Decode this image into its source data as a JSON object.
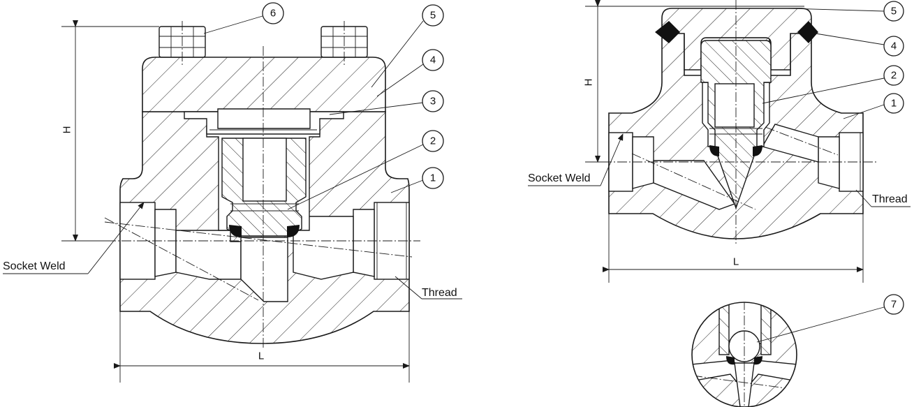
{
  "views": {
    "left": {
      "balloons": [
        "6",
        "5",
        "4",
        "3",
        "2",
        "1"
      ],
      "labels": {
        "socket_weld": "Socket Weld",
        "thread": "Thread"
      },
      "dimensions": {
        "height": "H",
        "length": "L"
      }
    },
    "right": {
      "balloons": [
        "5",
        "4",
        "2",
        "1"
      ],
      "labels": {
        "socket_weld": "Socket Weld",
        "thread": "Thread"
      },
      "dimensions": {
        "height": "H",
        "length": "L"
      }
    },
    "detail": {
      "balloons": [
        "7"
      ]
    }
  },
  "colors": {
    "line": "#1a1a1a",
    "background": "#ffffff",
    "weld": "#111111"
  }
}
